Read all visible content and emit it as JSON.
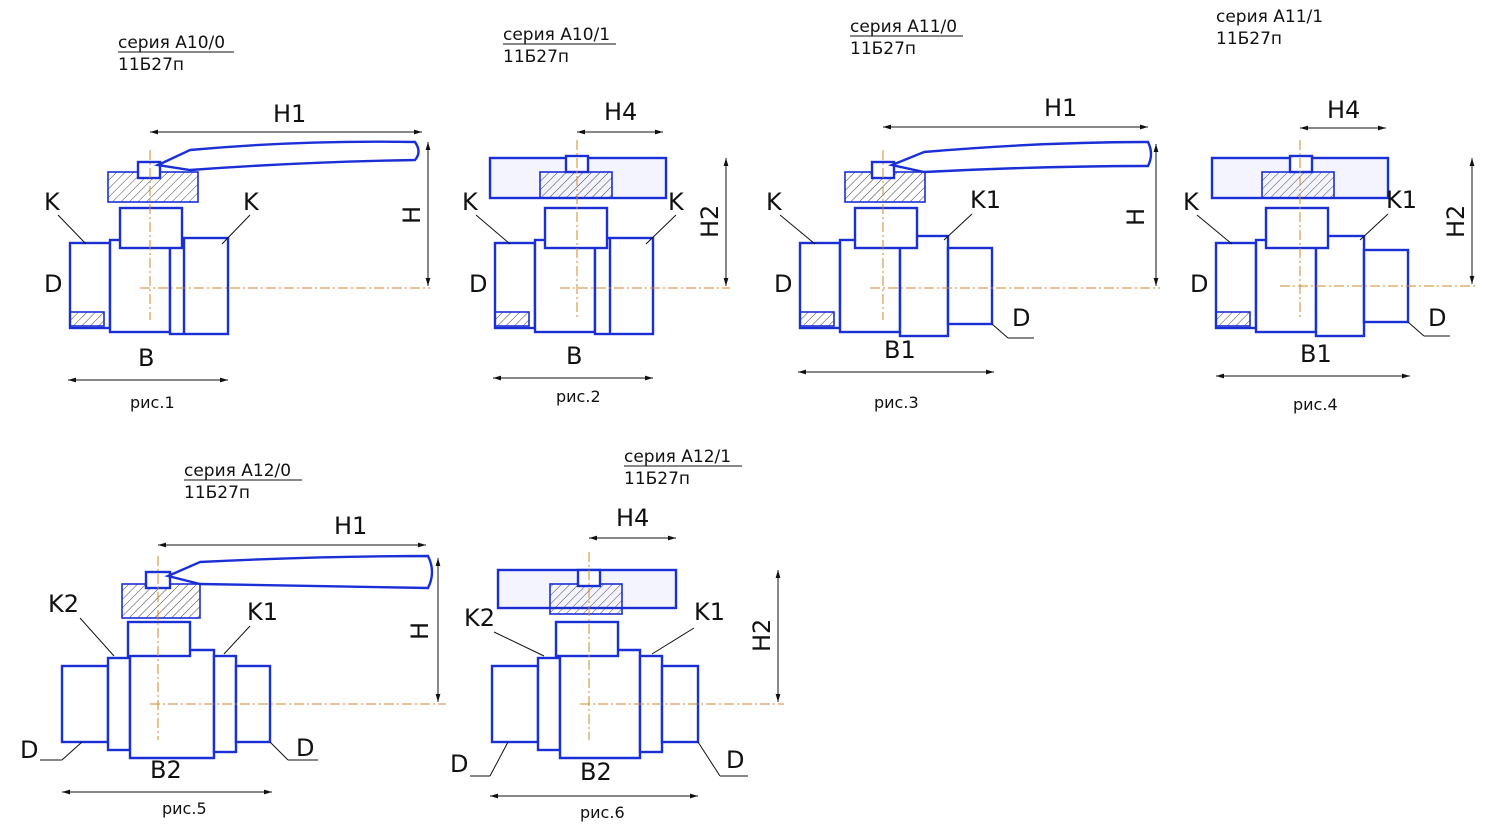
{
  "figures": [
    {
      "series": "серия А10/0",
      "model": "11Б27п",
      "caption": "рис.1",
      "labels": {
        "dim_top": "H1",
        "dim_side": "H",
        "left_conn": "K",
        "right_conn": "K",
        "d_left": "D",
        "d_right": "",
        "dim_bottom": "B"
      }
    },
    {
      "series": "серия А10/1",
      "model": "11Б27п",
      "caption": "рис.2",
      "labels": {
        "dim_top": "H4",
        "dim_side": "H2",
        "left_conn": "K",
        "right_conn": "K",
        "d_left": "D",
        "d_right": "",
        "dim_bottom": "B"
      }
    },
    {
      "series": "серия А11/0",
      "model": "11Б27п",
      "caption": "рис.3",
      "labels": {
        "dim_top": "H1",
        "dim_side": "H",
        "left_conn": "K",
        "right_conn": "K1",
        "d_left": "D",
        "d_right": "D",
        "dim_bottom": "B1"
      }
    },
    {
      "series": "серия А11/1",
      "model": "11Б27п",
      "caption": "рис.4",
      "labels": {
        "dim_top": "H4",
        "dim_side": "H2",
        "left_conn": "K",
        "right_conn": "K1",
        "d_left": "D",
        "d_right": "D",
        "dim_bottom": "B1"
      }
    },
    {
      "series": "серия А12/0",
      "model": "11Б27п",
      "caption": "рис.5",
      "labels": {
        "dim_top": "H1",
        "dim_side": "H",
        "left_conn": "K2",
        "right_conn": "K1",
        "d_left": "D",
        "d_right": "D",
        "dim_bottom": "B2"
      }
    },
    {
      "series": "серия А12/1",
      "model": "11Б27п",
      "caption": "рис.6",
      "labels": {
        "dim_top": "H4",
        "dim_side": "H2",
        "left_conn": "K2",
        "right_conn": "K1",
        "d_left": "D",
        "d_right": "D",
        "dim_bottom": "B2"
      }
    }
  ],
  "colors": {
    "outline": "#1a2fd6",
    "axis": "#d08a2a",
    "dimension": "#111111"
  }
}
